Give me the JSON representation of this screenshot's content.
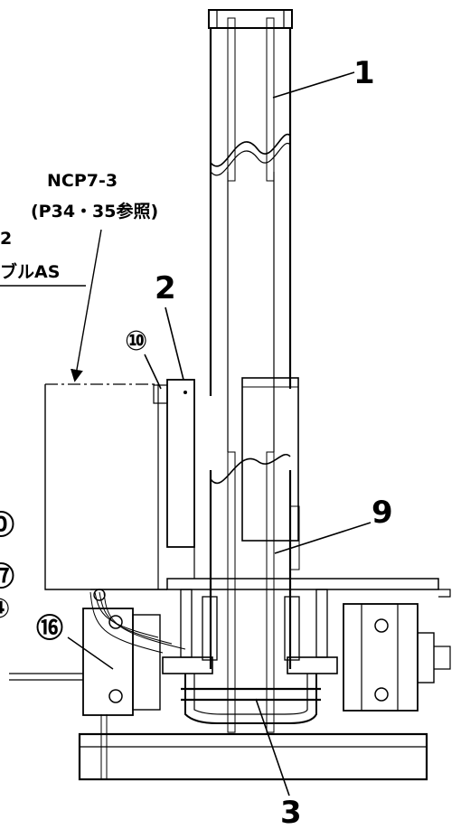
{
  "callouts": {
    "part_1": "1",
    "part_2": "2",
    "part_3": "3",
    "part_9": "9",
    "part_10": "⑩",
    "part_16": "⑯"
  },
  "edge_labels": {
    "circle_10_partial": "⓪",
    "circle_17": "⑰",
    "circle_4": "④",
    "cable_number_partial": "2",
    "cable_name_partial": "ブルAS"
  },
  "reference_note": {
    "model": "NCP7-3",
    "pages": "(P34・35参照)"
  }
}
